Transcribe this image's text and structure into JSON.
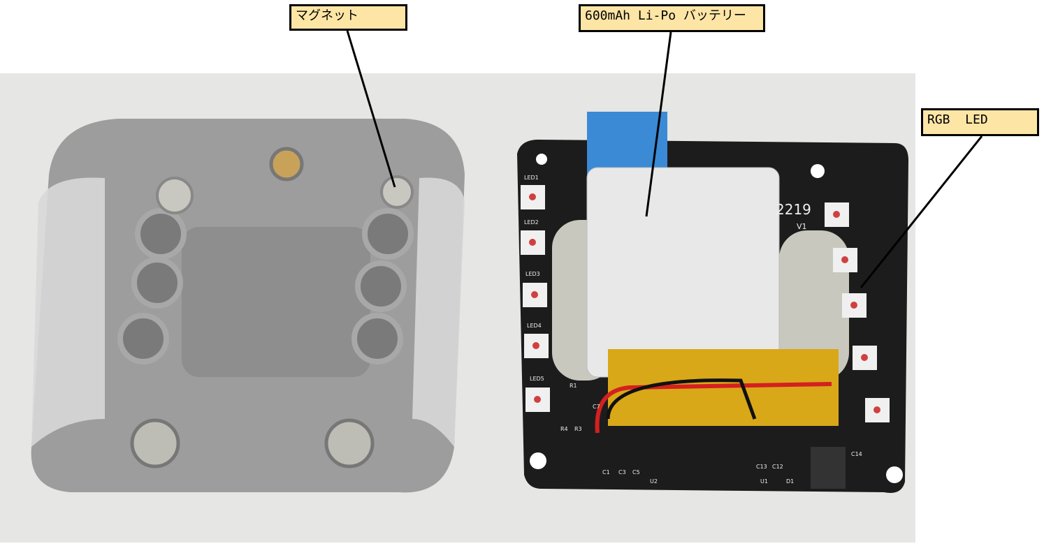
{
  "labels": {
    "magnet": "マグネット",
    "battery": "600mAh Li-Po バッテリー",
    "rgb_led": "RGB  LED"
  },
  "pcb": {
    "silkscreen": [
      "LED1",
      "LED2",
      "LED3",
      "LED4",
      "LED5",
      "2219",
      "V1",
      "R1",
      "R3",
      "R4",
      "C7",
      "C1",
      "C3",
      "C5",
      "C12",
      "C13",
      "C14",
      "U1",
      "U2",
      "D1"
    ]
  }
}
